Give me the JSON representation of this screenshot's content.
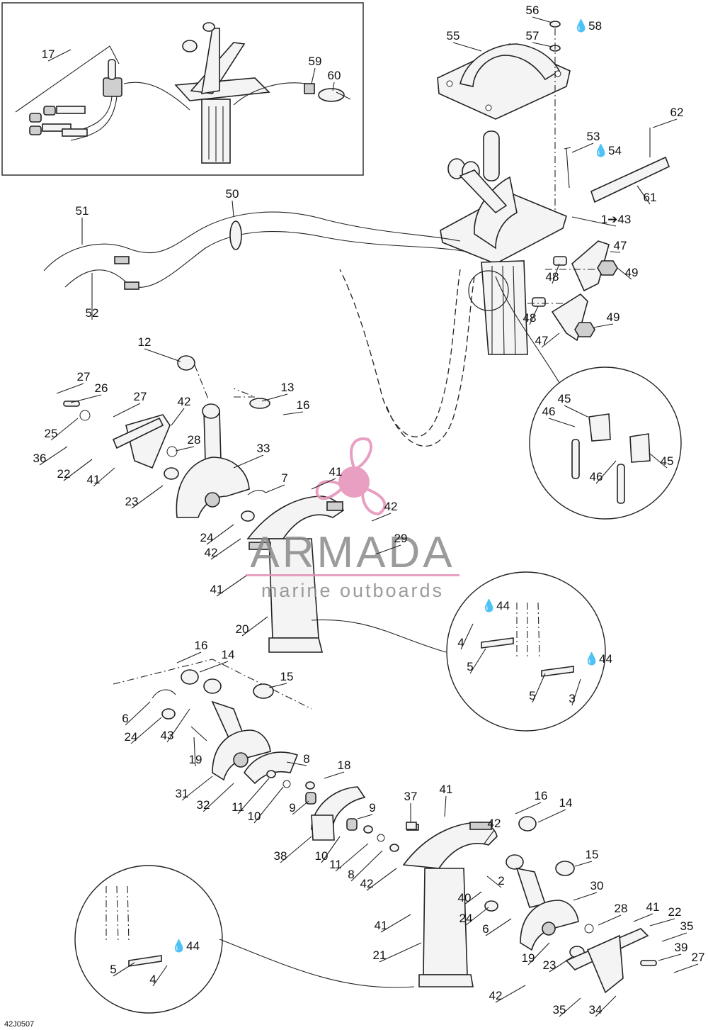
{
  "watermark": {
    "brand": "ARMADA",
    "tagline": "marine outboards",
    "accent": "#e58fb8"
  },
  "figure_code": "42J0507",
  "oil_symbol": "💧",
  "callouts": [
    {
      "id": "c17",
      "text": "17"
    },
    {
      "id": "c59",
      "text": "59"
    },
    {
      "id": "c60",
      "text": "60"
    },
    {
      "id": "c56",
      "text": "56"
    },
    {
      "id": "c58",
      "text": "58",
      "oil": true
    },
    {
      "id": "c55",
      "text": "55"
    },
    {
      "id": "c57",
      "text": "57"
    },
    {
      "id": "c62",
      "text": "62"
    },
    {
      "id": "c53",
      "text": "53"
    },
    {
      "id": "c54",
      "text": "54",
      "oil": true
    },
    {
      "id": "c61",
      "text": "61"
    },
    {
      "id": "c50",
      "text": "50"
    },
    {
      "id": "c51",
      "text": "51"
    },
    {
      "id": "c52",
      "text": "52"
    },
    {
      "id": "c1_43",
      "text": "1➔43"
    },
    {
      "id": "c47a",
      "text": "47"
    },
    {
      "id": "c48a",
      "text": "48"
    },
    {
      "id": "c49a",
      "text": "49"
    },
    {
      "id": "c48b",
      "text": "48"
    },
    {
      "id": "c49b",
      "text": "49"
    },
    {
      "id": "c47b",
      "text": "47"
    },
    {
      "id": "c12",
      "text": "12"
    },
    {
      "id": "c27a",
      "text": "27"
    },
    {
      "id": "c26",
      "text": "26"
    },
    {
      "id": "c27b",
      "text": "27"
    },
    {
      "id": "c13",
      "text": "13"
    },
    {
      "id": "c16a",
      "text": "16"
    },
    {
      "id": "c42a",
      "text": "42"
    },
    {
      "id": "c25",
      "text": "25"
    },
    {
      "id": "c28a",
      "text": "28"
    },
    {
      "id": "c36",
      "text": "36"
    },
    {
      "id": "c33",
      "text": "33"
    },
    {
      "id": "c22a",
      "text": "22"
    },
    {
      "id": "c41a",
      "text": "41"
    },
    {
      "id": "c7",
      "text": "7"
    },
    {
      "id": "c41b",
      "text": "41"
    },
    {
      "id": "c23a",
      "text": "23"
    },
    {
      "id": "c42b",
      "text": "42"
    },
    {
      "id": "c24a",
      "text": "24"
    },
    {
      "id": "c29",
      "text": "29"
    },
    {
      "id": "c42c",
      "text": "42"
    },
    {
      "id": "c41c",
      "text": "41"
    },
    {
      "id": "c20",
      "text": "20"
    },
    {
      "id": "c45a",
      "text": "45"
    },
    {
      "id": "c46a",
      "text": "46"
    },
    {
      "id": "c45b",
      "text": "45"
    },
    {
      "id": "c46b",
      "text": "46"
    },
    {
      "id": "c44a",
      "text": "44",
      "oil": true
    },
    {
      "id": "c4a",
      "text": "4"
    },
    {
      "id": "c5a",
      "text": "5"
    },
    {
      "id": "c44b",
      "text": "44",
      "oil": true
    },
    {
      "id": "c5b",
      "text": "5"
    },
    {
      "id": "c3",
      "text": "3"
    },
    {
      "id": "c16b",
      "text": "16"
    },
    {
      "id": "c14a",
      "text": "14"
    },
    {
      "id": "c15a",
      "text": "15"
    },
    {
      "id": "c6a",
      "text": "6"
    },
    {
      "id": "c24b",
      "text": "24"
    },
    {
      "id": "c43",
      "text": "43"
    },
    {
      "id": "c19a",
      "text": "19"
    },
    {
      "id": "c8a",
      "text": "8"
    },
    {
      "id": "c18",
      "text": "18"
    },
    {
      "id": "c31",
      "text": "31"
    },
    {
      "id": "c32",
      "text": "32"
    },
    {
      "id": "c11a",
      "text": "11"
    },
    {
      "id": "c10a",
      "text": "10"
    },
    {
      "id": "c9a",
      "text": "9"
    },
    {
      "id": "c9b",
      "text": "9"
    },
    {
      "id": "c37",
      "text": "37"
    },
    {
      "id": "c41d",
      "text": "41"
    },
    {
      "id": "c16c",
      "text": "16"
    },
    {
      "id": "c14b",
      "text": "14"
    },
    {
      "id": "c42d",
      "text": "42"
    },
    {
      "id": "c38",
      "text": "38"
    },
    {
      "id": "c10b",
      "text": "10"
    },
    {
      "id": "c11b",
      "text": "11"
    },
    {
      "id": "c8b",
      "text": "8"
    },
    {
      "id": "c15b",
      "text": "15"
    },
    {
      "id": "c42e",
      "text": "42"
    },
    {
      "id": "c2",
      "text": "2"
    },
    {
      "id": "c30",
      "text": "30"
    },
    {
      "id": "c40",
      "text": "40"
    },
    {
      "id": "c24c",
      "text": "24"
    },
    {
      "id": "c6b",
      "text": "6"
    },
    {
      "id": "c28b",
      "text": "28"
    },
    {
      "id": "c41e",
      "text": "41"
    },
    {
      "id": "c22b",
      "text": "22"
    },
    {
      "id": "c41f",
      "text": "41"
    },
    {
      "id": "c35a",
      "text": "35"
    },
    {
      "id": "c21",
      "text": "21"
    },
    {
      "id": "c39",
      "text": "39"
    },
    {
      "id": "c19b",
      "text": "19"
    },
    {
      "id": "c23b",
      "text": "23"
    },
    {
      "id": "c27c",
      "text": "27"
    },
    {
      "id": "c44c",
      "text": "44",
      "oil": true
    },
    {
      "id": "c5c",
      "text": "5"
    },
    {
      "id": "c4b",
      "text": "4"
    },
    {
      "id": "c42f",
      "text": "42"
    },
    {
      "id": "c35b",
      "text": "35"
    },
    {
      "id": "c34",
      "text": "34"
    }
  ]
}
